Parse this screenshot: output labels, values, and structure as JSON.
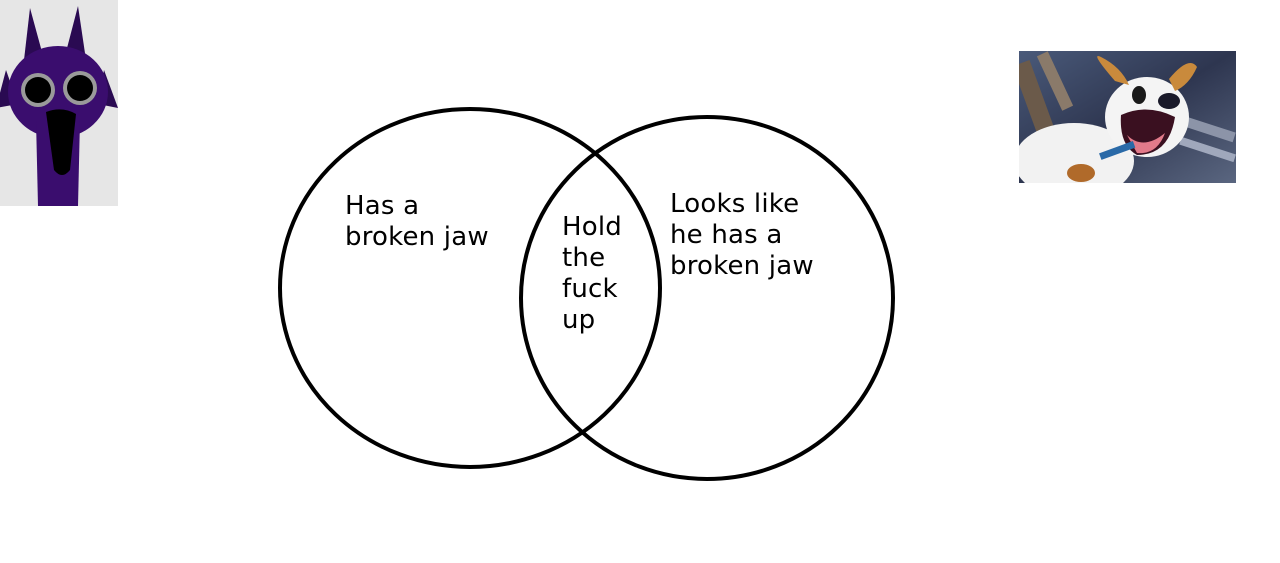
{
  "diagram": {
    "type": "venn",
    "left_set_label": "Has a\nbroken jaw",
    "intersection_label": "Hold\nthe\nfuck\nup",
    "right_set_label": "Looks like\nhe has a\nbroken jaw"
  },
  "images": {
    "left": "purple-horned-creature-image",
    "right": "screaming-cartoon-dog-image"
  },
  "colors": {
    "background": "#ffffff",
    "outline": "#000000",
    "creature_purple": "#3a0d6e",
    "dog_white": "#f2f2f2"
  }
}
